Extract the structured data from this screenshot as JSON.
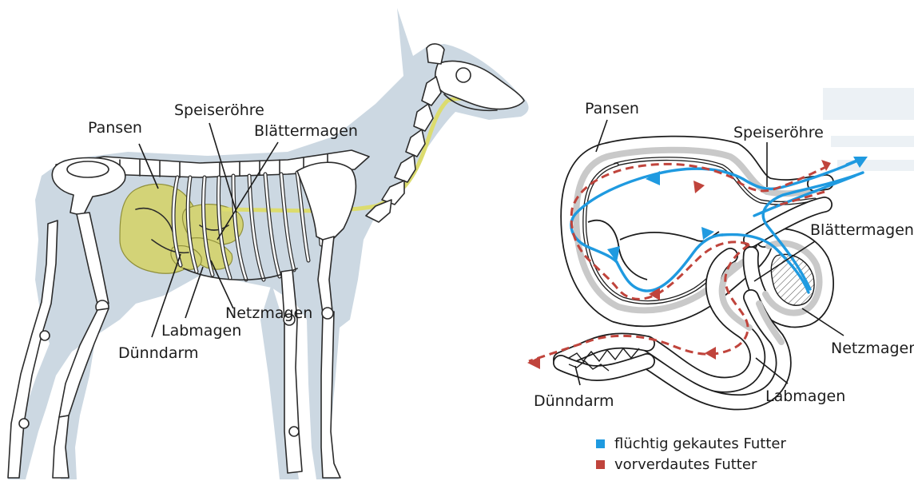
{
  "skeleton_labels": {
    "pansen": "Pansen",
    "speiseroehre": "Speiseröhre",
    "blaettermagen": "Blättermagen",
    "netzmagen": "Netzmagen",
    "labmagen": "Labmagen",
    "duenndarm": "Dünndarm"
  },
  "stomach_labels": {
    "pansen": "Pansen",
    "speiseroehre": "Speiseröhre",
    "blaettermagen": "Blättermagen",
    "netzmagen": "Netzmagen",
    "labmagen": "Labmagen",
    "duenndarm": "Dünndarm"
  },
  "legend": {
    "items": [
      {
        "label": "flüchtig gekautes Futter",
        "color": "#1f9ae0"
      },
      {
        "label": "vorverdautes Futter",
        "color": "#c0443c"
      }
    ]
  },
  "colors": {
    "silhouette": "#ccd8e2",
    "organs": "#d3d377",
    "blue_flow": "#1f9ae0",
    "red_flow": "#c0443c"
  }
}
